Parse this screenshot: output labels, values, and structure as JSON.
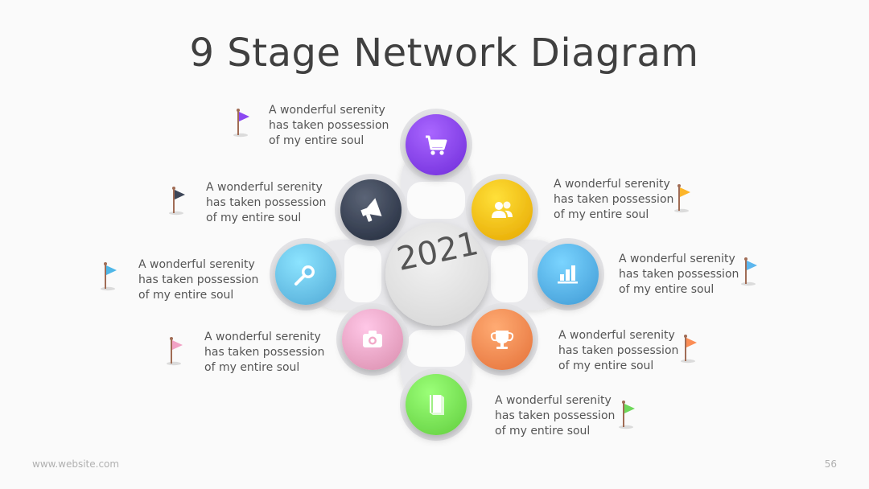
{
  "title": "9 Stage Network Diagram",
  "center_label": "2021",
  "footer": {
    "website": "www.website.com",
    "page_number": "56"
  },
  "stages": [
    {
      "icon": "shopping-cart-icon",
      "color": "#8b48f2",
      "flag_color": "#8b48f2",
      "lines": [
        "A wonderful serenity",
        "has taken possession",
        "of my entire soul"
      ]
    },
    {
      "icon": "megaphone-icon",
      "color": "#3d4658",
      "flag_color": "#3d4658",
      "lines": [
        "A wonderful serenity",
        "has taken possession",
        "of my entire soul"
      ]
    },
    {
      "icon": "users-icon",
      "color": "#fcc21b",
      "flag_color": "#fcb52a",
      "lines": [
        "A wonderful serenity",
        "has taken possession",
        "of my entire soul"
      ]
    },
    {
      "icon": "search-icon",
      "color": "#6ec6ef",
      "flag_color": "#4fb7e8",
      "lines": [
        "A wonderful serenity",
        "has taken possession",
        "of my entire soul"
      ]
    },
    {
      "icon": "bar-chart-icon",
      "color": "#5cb6ee",
      "flag_color": "#5cb6ee",
      "lines": [
        "A wonderful serenity",
        "has taken possession",
        "of my entire soul"
      ]
    },
    {
      "icon": "camera-icon",
      "color": "#f2a9c9",
      "flag_color": "#f2a2c5",
      "lines": [
        "A wonderful serenity",
        "has taken possession",
        "of my entire soul"
      ]
    },
    {
      "icon": "trophy-icon",
      "color": "#fb8d55",
      "flag_color": "#fb8d55",
      "lines": [
        "A wonderful serenity",
        "has taken possession",
        "of my entire soul"
      ]
    },
    {
      "icon": "book-icon",
      "color": "#7de85a",
      "flag_color": "#6ed85a",
      "lines": [
        "A wonderful serenity",
        "has taken possession",
        "of my entire soul"
      ]
    }
  ]
}
